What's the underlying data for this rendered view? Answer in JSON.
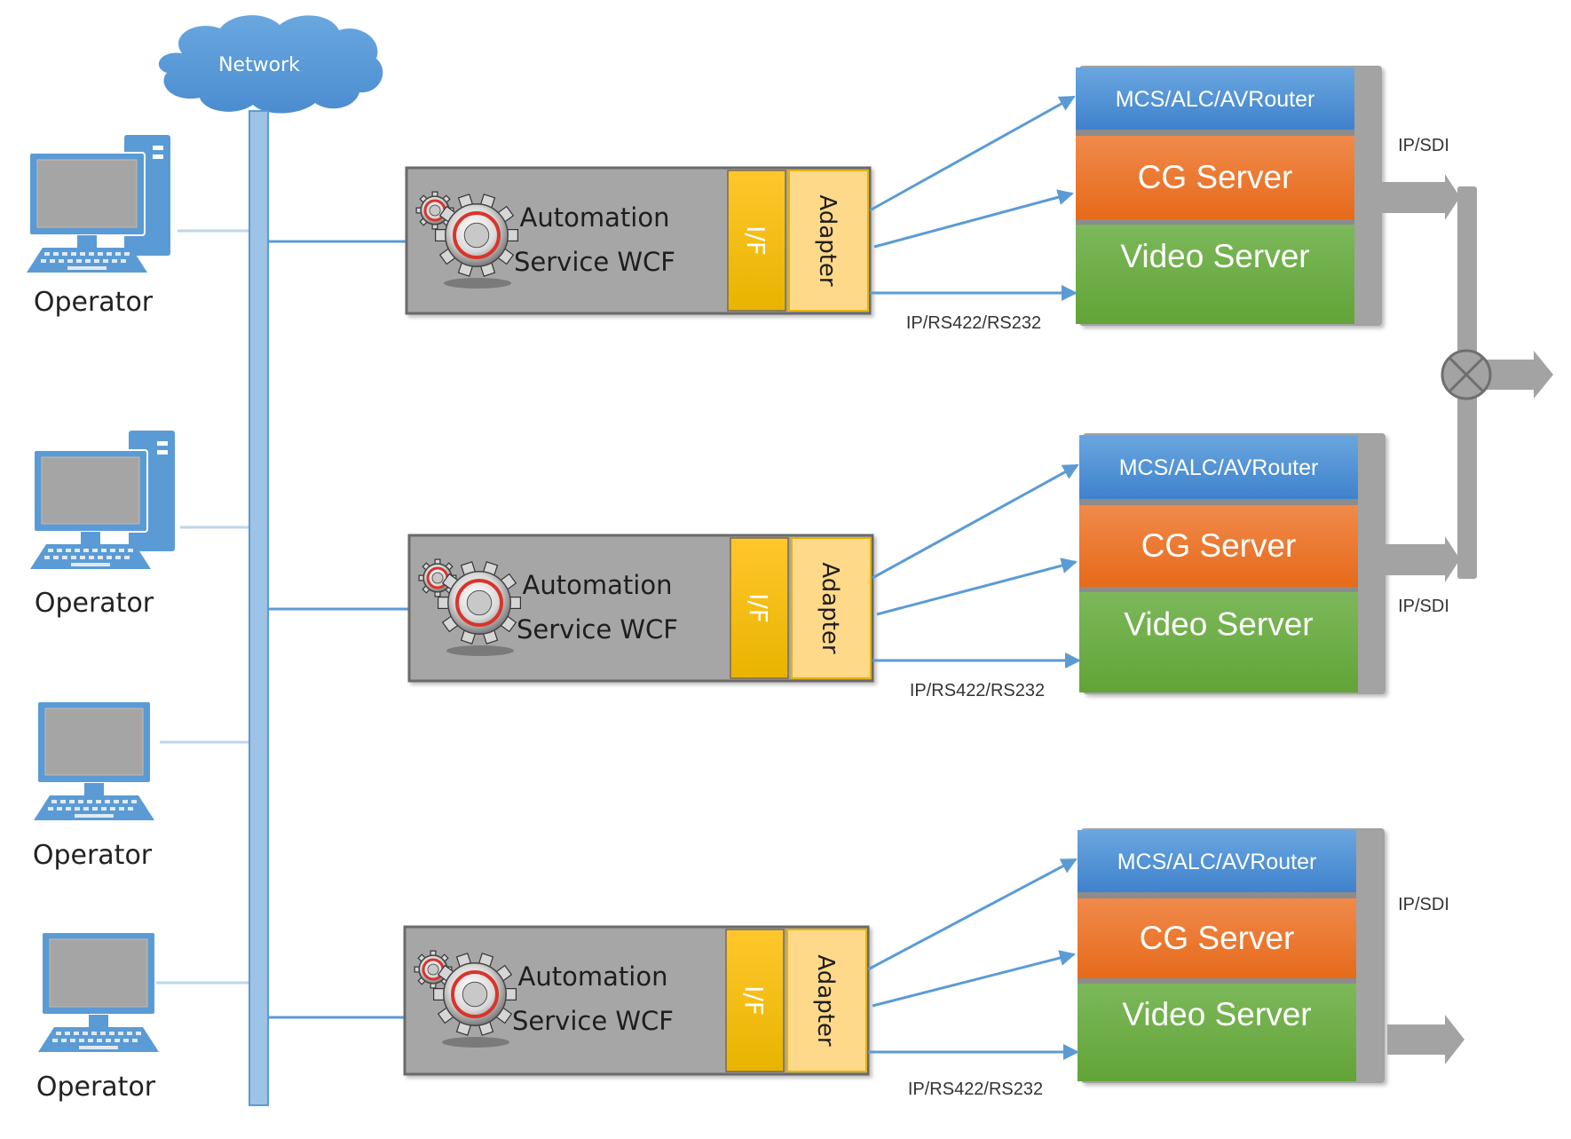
{
  "diagram": {
    "network": {
      "label": "Network",
      "icon": "cloud-icon",
      "color": "#5b9bd5"
    },
    "operators": [
      {
        "label": "Operator",
        "icon": "desktop-computer-icon",
        "has_tower": true
      },
      {
        "label": "Operator",
        "icon": "desktop-computer-icon",
        "has_tower": true
      },
      {
        "label": "Operator",
        "icon": "computer-monitor-icon",
        "has_tower": false
      },
      {
        "label": "Operator",
        "icon": "computer-monitor-icon",
        "has_tower": false
      }
    ],
    "automation_units": [
      {
        "service_line1": "Automation",
        "service_line2": "Service WCF",
        "icon": "gears-icon",
        "interface_label": "I/F",
        "adapter_label": "Adapter",
        "control_link_label": "IP/RS422/RS232",
        "devices": [
          "MCS/ALC/AVRouter",
          "CG Server",
          "Video Server"
        ],
        "output_label": "IP/SDI"
      },
      {
        "service_line1": "Automation",
        "service_line2": "Service WCF",
        "icon": "gears-icon",
        "interface_label": "I/F",
        "adapter_label": "Adapter",
        "control_link_label": "IP/RS422/RS232",
        "devices": [
          "MCS/ALC/AVRouter",
          "CG Server",
          "Video Server"
        ],
        "output_label": "IP/SDI"
      },
      {
        "service_line1": "Automation",
        "service_line2": "Service WCF",
        "icon": "gears-icon",
        "interface_label": "I/F",
        "adapter_label": "Adapter",
        "control_link_label": "IP/RS422/RS232",
        "devices": [
          "MCS/ALC/AVRouter",
          "CG Server",
          "Video Server"
        ],
        "output_label": "IP/SDI"
      }
    ],
    "combiner": {
      "icon": "mixer-combiner-icon"
    },
    "colors": {
      "network_blue": "#5b9bd5",
      "bus_fill": "#9dc3e6",
      "automation_gray": "#a6a6a6",
      "interface_yellow": "#ffc000",
      "adapter_light_yellow": "#ffd98a",
      "mcs_blue": "#4f8fd3",
      "cg_orange": "#ed7d31",
      "video_green": "#70ad47",
      "signal_gray": "#a0a0a0",
      "arrow_blue": "#5b9bd5"
    }
  }
}
